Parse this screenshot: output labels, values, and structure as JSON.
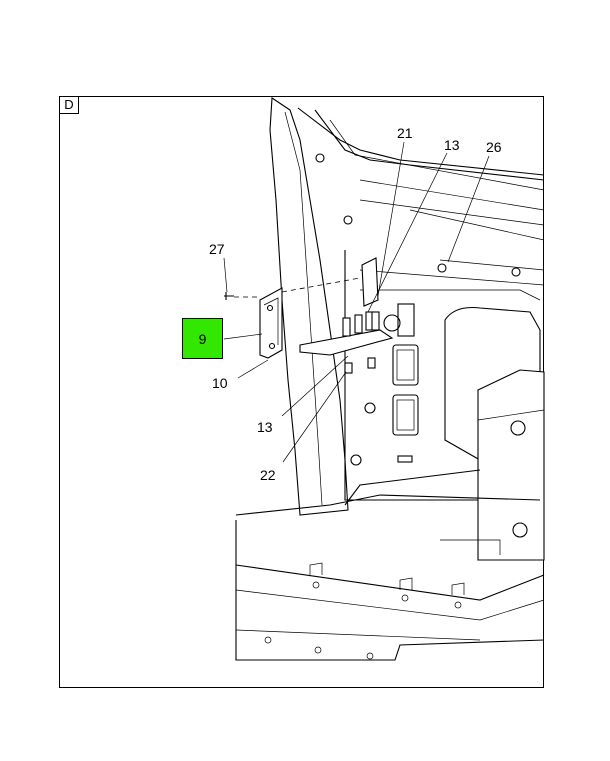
{
  "view_label": "D",
  "callouts": {
    "c21": "21",
    "c13_top": "13",
    "c26": "26",
    "c27": "27",
    "c9": "9",
    "c10": "10",
    "c13_bottom": "13",
    "c22": "22"
  },
  "highlight_color": "#33e800"
}
